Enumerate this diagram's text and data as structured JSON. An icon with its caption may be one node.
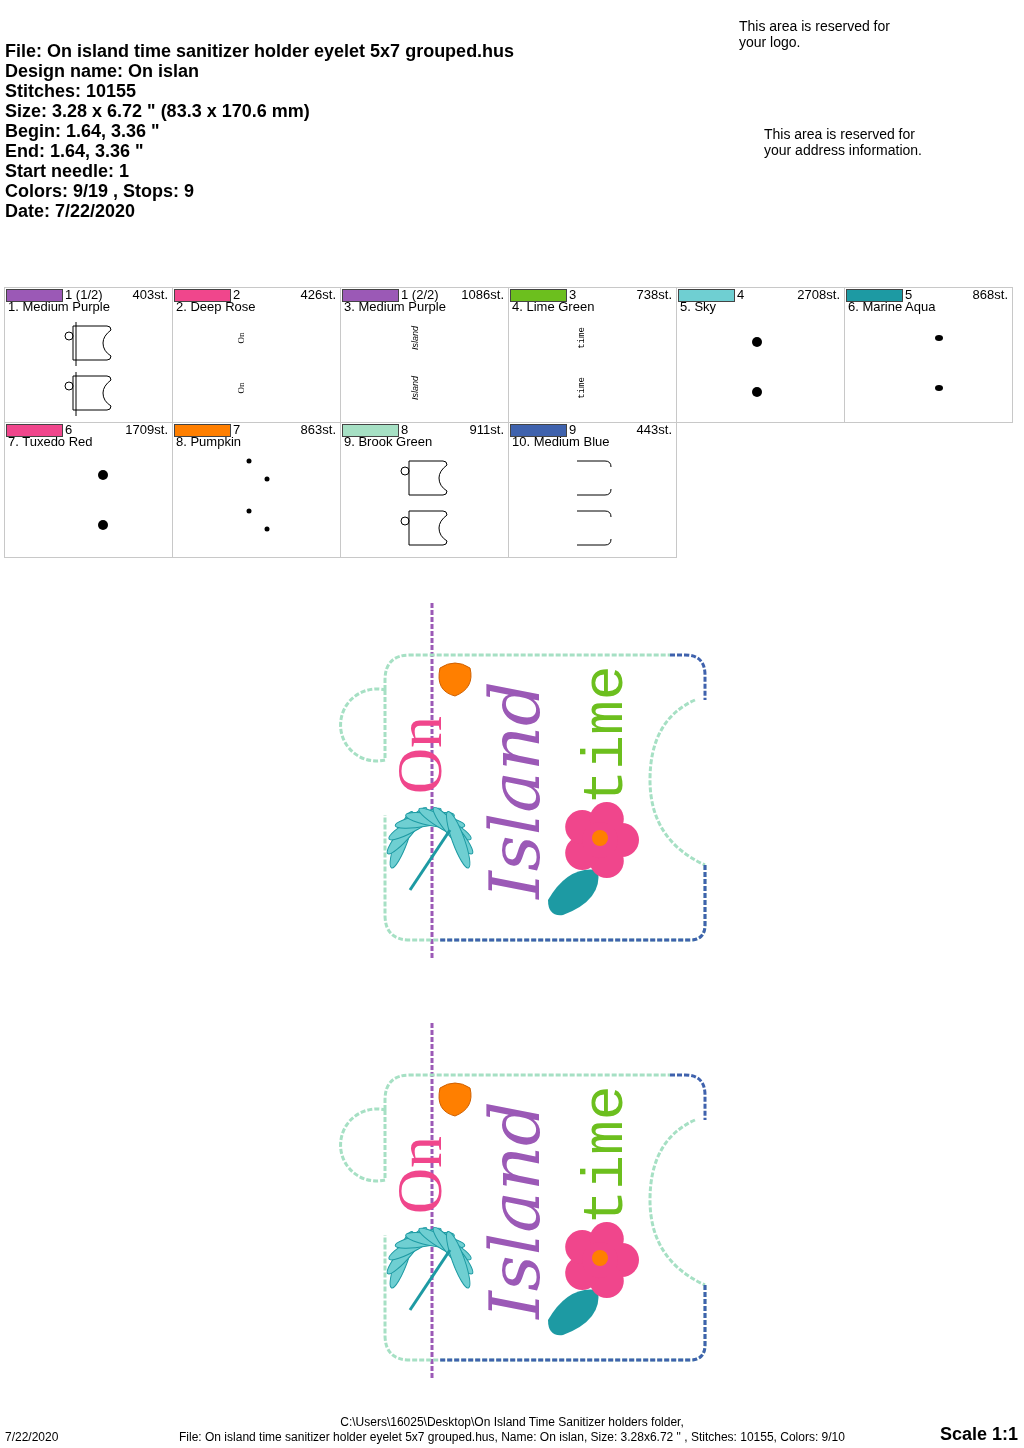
{
  "diagram": {
    "labels": [
      "File: On island time sanitizer holder eyelet 5x7 grouped.hus",
      "Design name: On islan",
      "Stitches: 10155",
      "Size: 3.28 x 6.72 \" (83.3 x 170.6 mm)",
      "Begin: 1.64, 3.36 \"",
      "End: 1.64, 3.36 \"",
      "Start needle: 1",
      "Colors: 9/19 , Stops: 9",
      "Date: 7/22/2020",
      "This area is reserved for your logo.",
      "This area is reserved for your address information.",
      "1 (1/2)",
      "403st.",
      "2",
      "426st.",
      "On",
      "On",
      "1 (2/2)",
      "1086st.",
      "Island",
      "Island",
      "3",
      "738st.",
      "time",
      "time",
      "4",
      "2708st.",
      "5",
      "868st.",
      "6",
      "1709st.",
      "7",
      "863st.",
      "8",
      "911st.",
      "9",
      "443st.",
      "On",
      "Island",
      "time",
      "On",
      "Island",
      "time",
      "7/22/2020",
      "C:\\Users\\16025\\Desktop\\On Island Time Sanitizer holders folder,",
      "File: On island time sanitizer holder eyelet 5x7 grouped.hus, Name: On islan, Size: 3.28x6.72 \" , Stitches: 10155, Colors: 9/10",
      "Scale 1:1"
    ],
    "legend": [
      {
        "text": "1. Medium Purple",
        "color": "#9b59b6"
      },
      {
        "text": "2. Deep Rose",
        "color": "#f0468c"
      },
      {
        "text": "3. Medium Purple",
        "color": "#9b59b6"
      },
      {
        "text": "4. Lime Green",
        "color": "#6cbf1e"
      },
      {
        "text": "5. Sky",
        "color": "#6fcfd2"
      },
      {
        "text": "6. Marine Aqua",
        "color": "#1d9aa3"
      },
      {
        "text": "7. Tuxedo Red",
        "color": "#f0468c"
      },
      {
        "text": "8. Pumpkin",
        "color": "#ff7f00"
      },
      {
        "text": "9. Brook Green",
        "color": "#a6e0c4"
      },
      {
        "text": "10. Medium Blue",
        "color": "#3f62ad"
      }
    ]
  }
}
